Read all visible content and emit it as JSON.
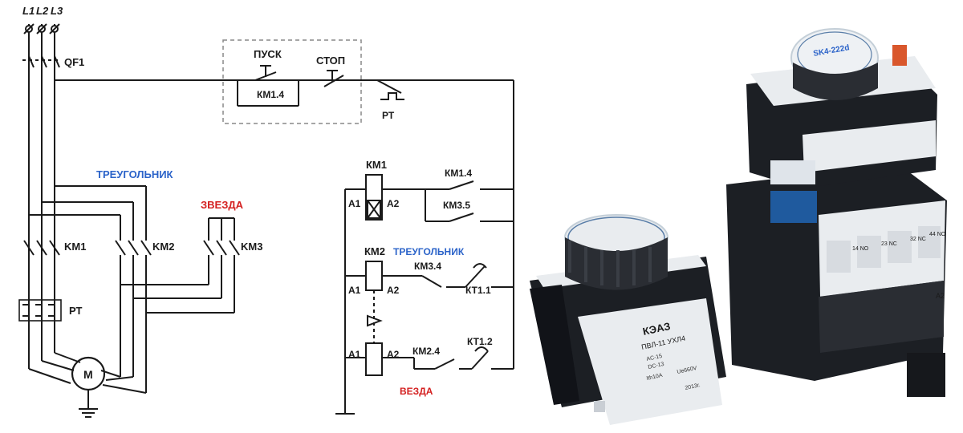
{
  "power_circuit": {
    "phases": [
      "L1",
      "L2",
      "L3"
    ],
    "breaker": "QF1",
    "contactors": [
      "KM1",
      "KM2",
      "KM3"
    ],
    "relay": "РТ",
    "motor": "M",
    "delta_label": "ТРЕУГОЛЬНИК",
    "star_label": "ЗВЕЗДА"
  },
  "control_circuit": {
    "start_button": "ПУСК",
    "stop_button": "СТОП",
    "relay_contact": "РТ",
    "hold_contact": "КМ1.4",
    "coil_km1": "КМ1",
    "coil_km2": "КМ2",
    "coil_terminal_a1": "А1",
    "coil_terminal_a2": "А2",
    "contact_km1_4": "КМ1.4",
    "contact_km3_5": "КМ3.5",
    "delta_label": "ТРЕУГОЛЬНИК",
    "contact_km3_4": "КМ3.4",
    "contact_kt1_1": "КТ1.1",
    "contact_km2_4": "КМ2.4",
    "contact_kt1_2": "КТ1.2",
    "star_label": "ВЕЗДА"
  },
  "devices": {
    "small_brand": "КЭАЗ",
    "small_model": "ПВЛ-11 УХЛ4",
    "small_rating_1": "AC-15",
    "small_rating_2": "DC-13",
    "small_rating_3": "Ith10A",
    "small_rating_4": "Ue660V",
    "small_year": "2013г.",
    "large_dial": "SK4-222d",
    "large_terminals": [
      "14 NO",
      "23 NC",
      "32 NC",
      "44 NO"
    ],
    "large_side": "A2"
  },
  "colors": {
    "line": "#1a1a1a",
    "blue_label": "#2b63c9",
    "red_label": "#d42020",
    "device_body": "#1c1f24",
    "device_light": "#e9ecef"
  }
}
